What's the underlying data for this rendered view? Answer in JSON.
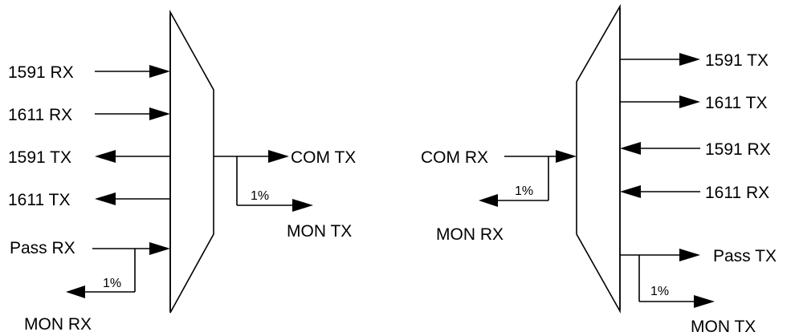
{
  "left_mux": {
    "inputs": [
      "1591 RX",
      "1611 RX"
    ],
    "outputs": [
      "1591 TX",
      "1611 TX"
    ],
    "pass_in": "Pass RX",
    "tap_pct": "1%",
    "mon_rx": "MON RX",
    "com_tx": "COM TX",
    "tap2_pct": "1%",
    "mon_tx": "MON TX"
  },
  "right_mux": {
    "com_rx": "COM RX",
    "tap_pct": "1%",
    "mon_rx": "MON RX",
    "outputs": [
      "1591 TX",
      "1611 TX"
    ],
    "inputs": [
      "1591 RX",
      "1611 RX"
    ],
    "pass_tx": "Pass TX",
    "tap2_pct": "1%",
    "mon_tx": "MON TX"
  }
}
